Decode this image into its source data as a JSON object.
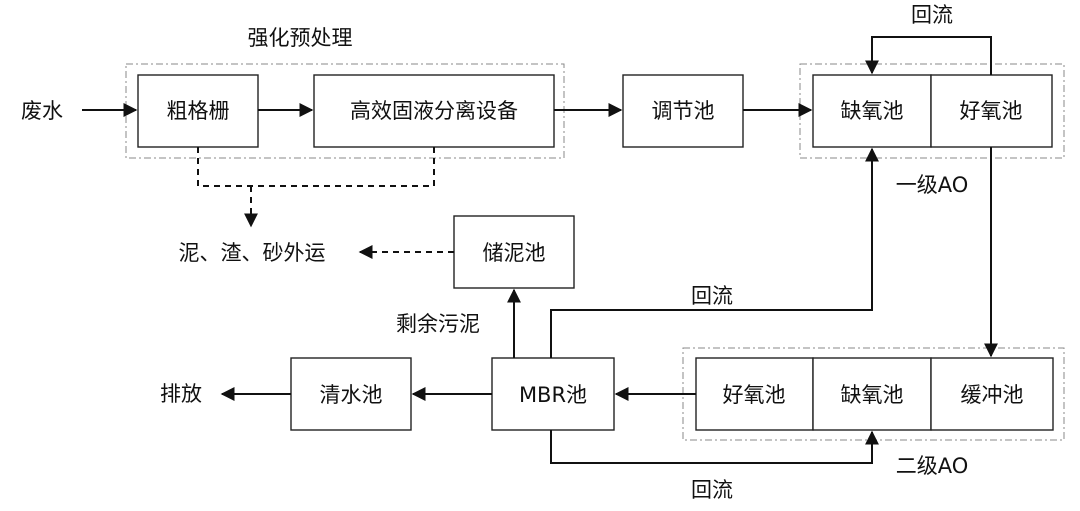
{
  "labels": {
    "pretreatment_group": "强化预处理",
    "wastewater": "废水",
    "coarse_screen": "粗格栅",
    "solid_liquid_separator": "高效固液分离设备",
    "equalization_tank": "调节池",
    "ao1_anoxic": "缺氧池",
    "ao1_aerobic": "好氧池",
    "ao1_label": "一级AO",
    "return_top": "回流",
    "sludge_disposal": "泥、渣、砂外运",
    "sludge_storage": "储泥池",
    "return_mid": "回流",
    "excess_sludge": "剩余污泥",
    "discharge": "排放",
    "clear_water_tank": "清水池",
    "mbr_tank": "MBR池",
    "ao2_aerobic": "好氧池",
    "ao2_anoxic": "缺氧池",
    "buffer_tank": "缓冲池",
    "ao2_label": "二级AO",
    "return_bottom": "回流"
  }
}
